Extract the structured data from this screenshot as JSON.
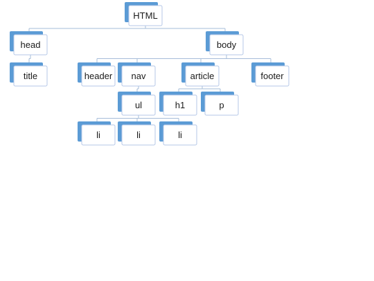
{
  "diagram": {
    "nodes": [
      {
        "id": "html",
        "label": "HTML"
      },
      {
        "id": "head",
        "label": "head"
      },
      {
        "id": "body",
        "label": "body"
      },
      {
        "id": "title",
        "label": "title"
      },
      {
        "id": "header",
        "label": "header"
      },
      {
        "id": "nav",
        "label": "nav"
      },
      {
        "id": "article",
        "label": "article"
      },
      {
        "id": "footer",
        "label": "footer"
      },
      {
        "id": "ul",
        "label": "ul"
      },
      {
        "id": "h1",
        "label": "h1"
      },
      {
        "id": "p",
        "label": "p"
      },
      {
        "id": "li1",
        "label": "li"
      },
      {
        "id": "li2",
        "label": "li"
      },
      {
        "id": "li3",
        "label": "li"
      }
    ],
    "edges": [
      [
        "html",
        "head"
      ],
      [
        "html",
        "body"
      ],
      [
        "head",
        "title"
      ],
      [
        "body",
        "header"
      ],
      [
        "body",
        "nav"
      ],
      [
        "body",
        "article"
      ],
      [
        "body",
        "footer"
      ],
      [
        "nav",
        "ul"
      ],
      [
        "article",
        "h1"
      ],
      [
        "article",
        "p"
      ],
      [
        "ul",
        "li1"
      ],
      [
        "ul",
        "li2"
      ],
      [
        "ul",
        "li3"
      ]
    ]
  }
}
